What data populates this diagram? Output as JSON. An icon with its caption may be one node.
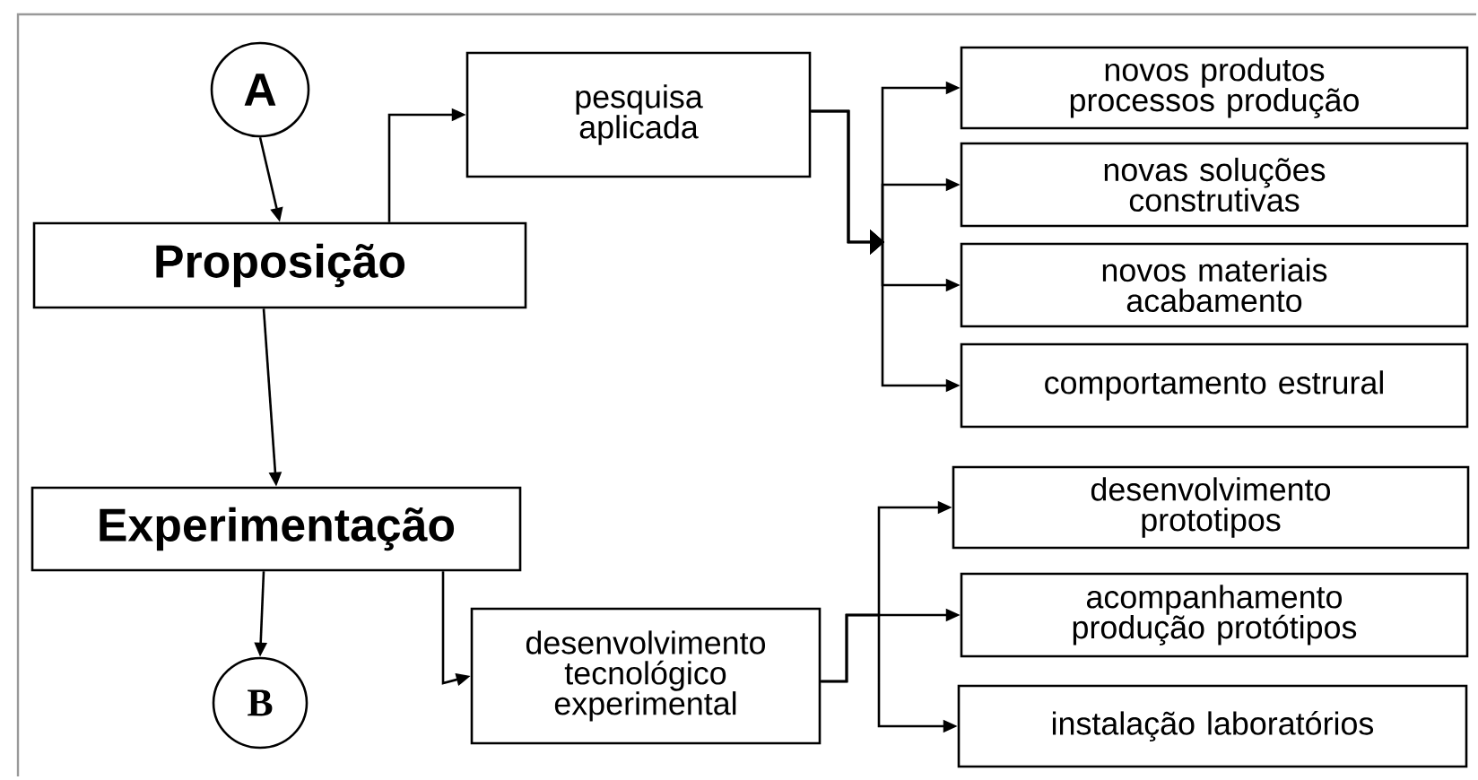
{
  "diagram": {
    "nodes": [
      {
        "text": [
          "A"
        ]
      },
      {
        "text": [
          "Proposição"
        ]
      },
      {
        "text": [
          "pesquisa aplicada"
        ]
      },
      {
        "text": [
          "novos produtos processos produção"
        ]
      },
      {
        "text": [
          "novas soluções construtivas"
        ]
      },
      {
        "text": [
          "novos materiais acabamento"
        ]
      },
      {
        "text": [
          "comportamento estrural"
        ]
      },
      {
        "text": [
          "Experimentação"
        ]
      },
      {
        "text": [
          "desenvolvimento tecnológico experimental"
        ]
      },
      {
        "text": [
          "desenvolvimento prototipos"
        ]
      },
      {
        "text": [
          "acompanhamento produção protótipos"
        ]
      },
      {
        "text": [
          "instalação laboratórios"
        ]
      },
      {
        "text": [
          "B"
        ]
      }
    ],
    "edges": [
      {
        "from": 0,
        "to": 1,
        "arrow": "to"
      },
      {
        "from": 1,
        "to": 2,
        "arrow": "to"
      },
      {
        "from": 2,
        "to": 3,
        "arrow": "to"
      },
      {
        "from": 2,
        "to": 4,
        "arrow": "to"
      },
      {
        "from": 2,
        "to": 5,
        "arrow": "to"
      },
      {
        "from": 2,
        "to": 6,
        "arrow": "to"
      },
      {
        "from": 1,
        "to": 7,
        "arrow": "to"
      },
      {
        "from": 7,
        "to": 12,
        "arrow": "to"
      },
      {
        "from": 7,
        "to": 8,
        "arrow": "to"
      },
      {
        "from": 8,
        "to": 9,
        "arrow": "to"
      },
      {
        "from": 8,
        "to": 10,
        "arrow": "to"
      },
      {
        "from": 8,
        "to": 11,
        "arrow": "to"
      }
    ]
  }
}
